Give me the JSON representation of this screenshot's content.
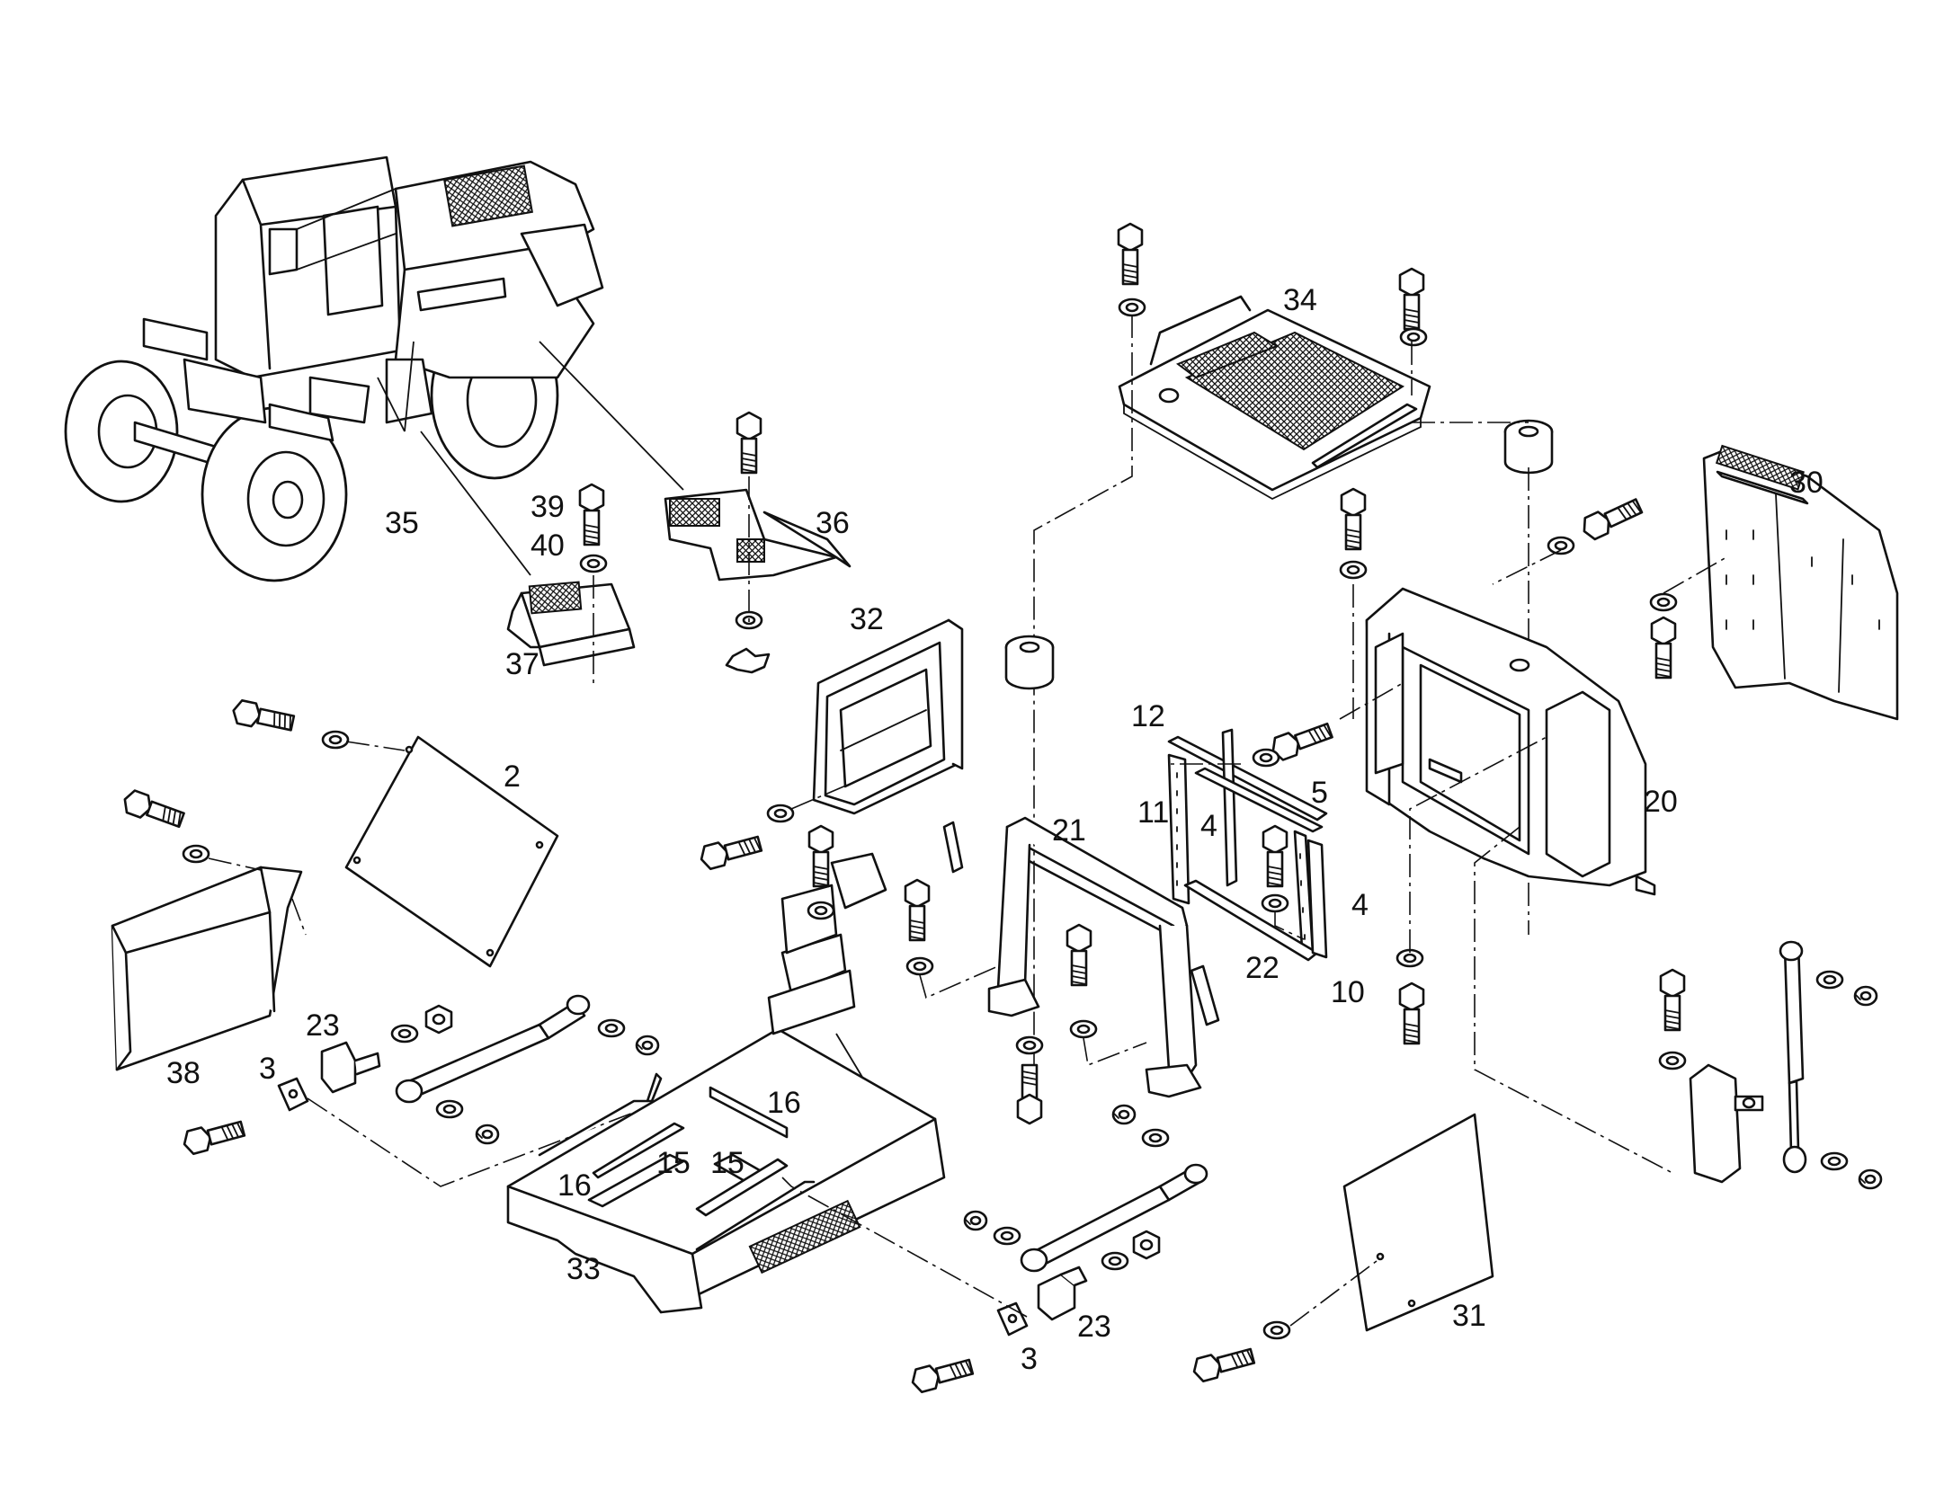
{
  "diagram": {
    "callouts": [
      {
        "id": "c39",
        "text": "39"
      },
      {
        "id": "c40",
        "text": "40"
      },
      {
        "id": "c37",
        "text": "37"
      },
      {
        "id": "c35",
        "text": "35"
      },
      {
        "id": "c36",
        "text": "36"
      },
      {
        "id": "c34",
        "text": "34"
      },
      {
        "id": "c30",
        "text": "30"
      },
      {
        "id": "c32",
        "text": "32"
      },
      {
        "id": "c2",
        "text": "2"
      },
      {
        "id": "c38",
        "text": "38"
      },
      {
        "id": "c23a",
        "text": "23"
      },
      {
        "id": "c3a",
        "text": "3"
      },
      {
        "id": "c16a",
        "text": "16"
      },
      {
        "id": "c16b",
        "text": "16"
      },
      {
        "id": "c15a",
        "text": "15"
      },
      {
        "id": "c15b",
        "text": "15"
      },
      {
        "id": "c33",
        "text": "33"
      },
      {
        "id": "c21",
        "text": "21"
      },
      {
        "id": "c12",
        "text": "12"
      },
      {
        "id": "c11",
        "text": "11"
      },
      {
        "id": "c4a",
        "text": "4"
      },
      {
        "id": "c5",
        "text": "5"
      },
      {
        "id": "c4b",
        "text": "4"
      },
      {
        "id": "c22",
        "text": "22"
      },
      {
        "id": "c10",
        "text": "10"
      },
      {
        "id": "c20",
        "text": "20"
      },
      {
        "id": "c23b",
        "text": "23"
      },
      {
        "id": "c3b",
        "text": "3"
      },
      {
        "id": "c31",
        "text": "31"
      }
    ]
  }
}
